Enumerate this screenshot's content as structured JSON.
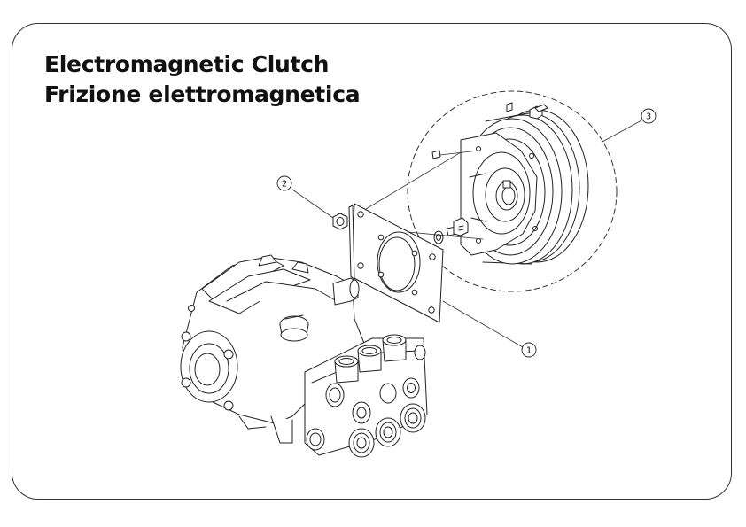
{
  "titles": {
    "english": "Electromagnetic Clutch",
    "italian": "Frizione elettromagnetica"
  },
  "callouts": [
    {
      "number": "1",
      "part": "mounting-flange-plate"
    },
    {
      "number": "2",
      "part": "nut"
    },
    {
      "number": "3",
      "part": "electromagnetic-clutch"
    }
  ]
}
